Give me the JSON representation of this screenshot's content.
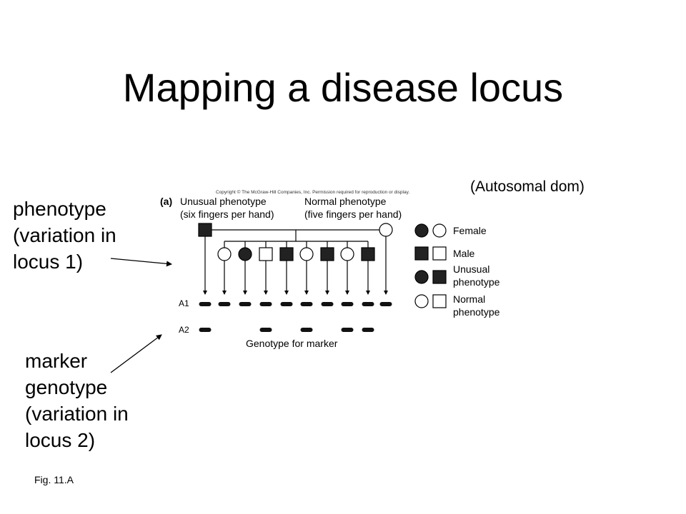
{
  "slide": {
    "title": "Mapping a disease locus",
    "note": "(Autosomal dom)",
    "fig_caption": "Fig. 11.A"
  },
  "labels": {
    "phenotype": [
      "phenotype",
      "(variation in",
      "locus 1)"
    ],
    "marker": [
      "marker",
      "genotype",
      "(variation in",
      "locus 2)"
    ]
  },
  "figure": {
    "copyright": "Copyright © The McGraw-Hill Companies, Inc. Permission required for reproduction or display.",
    "panel_letter": "(a)",
    "unusual_heading": "Unusual phenotype",
    "unusual_sub": "(six fingers per hand)",
    "normal_heading": "Normal phenotype",
    "normal_sub": "(five fingers per hand)",
    "allele_a1": "A1",
    "allele_a2": "A2",
    "genotype_caption": "Genotype for marker",
    "parents": [
      {
        "sex": "male",
        "affected": true
      },
      {
        "sex": "female",
        "affected": false
      }
    ],
    "children": [
      {
        "sex": "female",
        "affected": false
      },
      {
        "sex": "female",
        "affected": true
      },
      {
        "sex": "male",
        "affected": false
      },
      {
        "sex": "male",
        "affected": true
      },
      {
        "sex": "female",
        "affected": false
      },
      {
        "sex": "male",
        "affected": true
      },
      {
        "sex": "female",
        "affected": false
      },
      {
        "sex": "male",
        "affected": true
      }
    ],
    "marker_a1": [
      true,
      true,
      true,
      true,
      true,
      true,
      true,
      true,
      true,
      true
    ],
    "marker_a2": [
      true,
      false,
      false,
      true,
      false,
      true,
      false,
      true,
      true,
      false
    ],
    "legend": {
      "female": "Female",
      "male": "Male",
      "unusual_1": "Unusual",
      "unusual_2": "phenotype",
      "normal_1": "Normal",
      "normal_2": "phenotype"
    },
    "colors": {
      "affected": "#222222",
      "unaffected": "#ffffff",
      "line": "#000000"
    }
  }
}
